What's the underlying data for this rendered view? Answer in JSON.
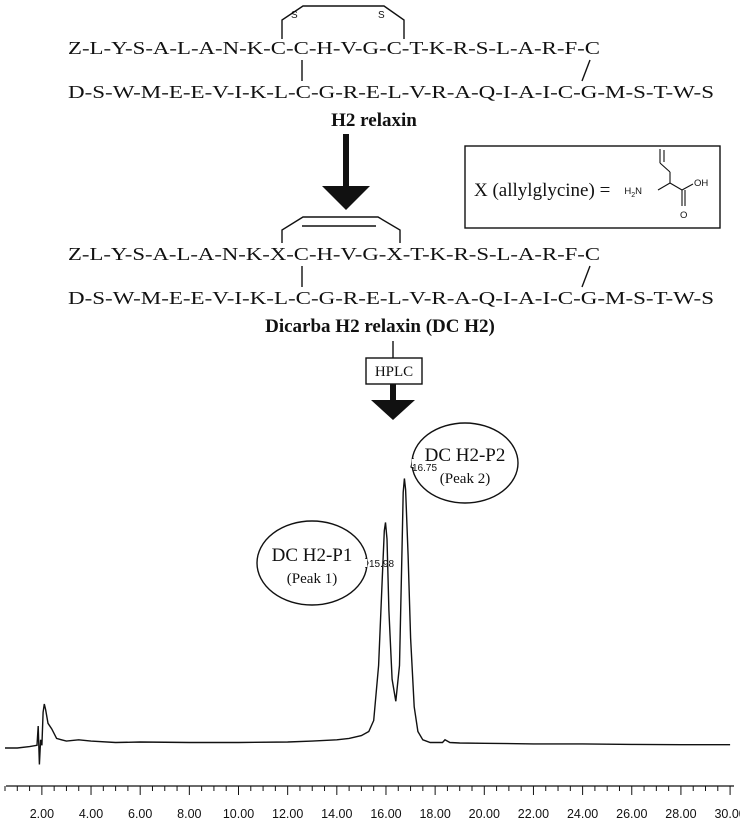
{
  "diagram": {
    "h2": {
      "chain_a": "Z-L-Y-S-A-L-A-N-K-C-C-H-V-G-C-T-K-R-S-L-A-R-F-C",
      "chain_b": "D-S-W-M-E-E-V-I-K-L-C-G-R-E-L-V-R-A-Q-I-A-I-C-G-M-S-T-W-S",
      "bridge_left": "S",
      "bridge_right": "S",
      "label": "H2 relaxin"
    },
    "legend": {
      "text": "X (allylglycine) =",
      "amine": "H",
      "amine_sub": "2",
      "amine_n": "N",
      "acid": "OH",
      "oxygen": "O"
    },
    "dc_h2": {
      "chain_a": "Z-L-Y-S-A-L-A-N-K-X-C-H-V-G-X-T-K-R-S-L-A-R-F-C",
      "chain_b": "D-S-W-M-E-E-V-I-K-L-C-G-R-E-L-V-R-A-Q-I-A-I-C-G-M-S-T-W-S",
      "label": "Dicarba H2 relaxin (DC H2)"
    },
    "hplc_label": "HPLC"
  },
  "chart_data": {
    "type": "line",
    "title": "",
    "xlabel": "",
    "ylabel": "",
    "xlim": [
      0.5,
      30.2
    ],
    "xticks": [
      "2.00",
      "4.00",
      "6.00",
      "8.00",
      "10.00",
      "12.00",
      "14.00",
      "16.00",
      "18.00",
      "20.00",
      "22.00",
      "24.00",
      "26.00",
      "28.00",
      "30.00"
    ],
    "xtick_values": [
      2,
      4,
      6,
      8,
      10,
      12,
      14,
      16,
      18,
      20,
      22,
      24,
      26,
      28,
      30
    ],
    "peaks": [
      {
        "name": "DC H2-P1",
        "sub": "(Peak 1)",
        "rt": "15.98",
        "x": 15.98,
        "height": 0.85
      },
      {
        "name": "DC H2-P2",
        "sub": "(Peak 2)",
        "rt": "16.75",
        "x": 16.75,
        "height": 1.0
      }
    ],
    "trace": {
      "x": [
        0.5,
        1.0,
        1.5,
        1.8,
        1.85,
        1.9,
        1.95,
        2.0,
        2.05,
        2.1,
        2.15,
        2.25,
        2.4,
        2.6,
        2.8,
        3.0,
        3.5,
        4.0,
        5.0,
        6.0,
        8.0,
        10.0,
        12.0,
        13.0,
        14.0,
        14.5,
        15.0,
        15.3,
        15.5,
        15.7,
        15.85,
        15.93,
        15.98,
        16.04,
        16.12,
        16.25,
        16.4,
        16.55,
        16.65,
        16.7,
        16.75,
        16.8,
        16.9,
        17.0,
        17.15,
        17.3,
        17.5,
        17.8,
        18.0,
        18.3,
        18.4,
        18.6,
        19.0,
        20.0,
        22.0,
        24.0,
        26.0,
        28.0,
        30.0
      ],
      "y": [
        0.0,
        0.0,
        0.005,
        0.01,
        0.08,
        -0.06,
        0.03,
        0.01,
        0.13,
        0.16,
        0.14,
        0.09,
        0.07,
        0.035,
        0.03,
        0.025,
        0.03,
        0.025,
        0.02,
        0.022,
        0.02,
        0.02,
        0.022,
        0.025,
        0.03,
        0.035,
        0.045,
        0.06,
        0.1,
        0.3,
        0.62,
        0.79,
        0.82,
        0.76,
        0.5,
        0.25,
        0.17,
        0.3,
        0.72,
        0.93,
        0.98,
        0.94,
        0.7,
        0.4,
        0.15,
        0.06,
        0.03,
        0.02,
        0.02,
        0.02,
        0.03,
        0.02,
        0.018,
        0.017,
        0.015,
        0.015,
        0.013,
        0.012,
        0.012
      ]
    },
    "color": "#111111",
    "grid": false,
    "legend": "none"
  }
}
